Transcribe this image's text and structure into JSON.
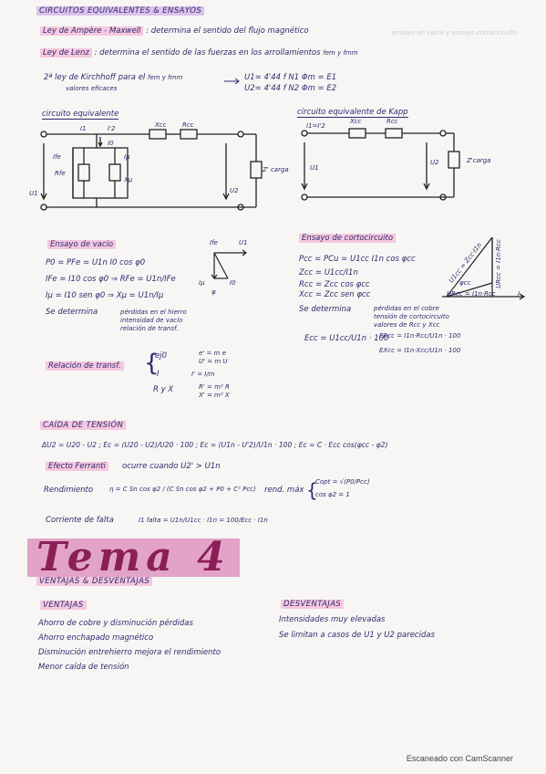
{
  "title": "CIRCUITOS EQUIVALENTES & ENSAYOS",
  "faint_text": "ensayo en vacío y ensayo cortocircuito",
  "intro": [
    {
      "label": "Ley de Ampère - Maxwell",
      "text": ": determina el sentido del flujo magnético"
    },
    {
      "label": "Ley de Lenz",
      "text": ": determina el sentido de las fuerzas en los arrollamientos",
      "sub": "fem y fmm"
    },
    {
      "label": "2ª ley de Kirchhoff para el",
      "text": "fem y fmm",
      "text2": "valores eficaces",
      "eq1": "U1= 4'44 f N1 Φm = E1",
      "eq2": "U2= 4'44 f N2 Φm = E2"
    }
  ],
  "sections": {
    "equiv_circuit_title": "circuito equivalente",
    "kapp_title": "circuito equivalente de Kapp",
    "vacio_title": "Ensayo de vacío",
    "cc_title": "Ensayo de cortocircuito",
    "relacion_title": "Relación de transf.",
    "caida_title": "CAÍDA DE TENSIÓN",
    "ferranti_title": "Efecto Ferranti",
    "ventajas_title": "VENTAJAS & DESVENTAJAS"
  },
  "circuit_labels": {
    "I1": "I1",
    "I0": "I0",
    "I2p": "I'2",
    "Ife": "Ife",
    "Imu": "Iμ",
    "Rfe": "Rfe",
    "Xmu": "Xμ",
    "Xcc": "Xcc",
    "Rcc": "Rcc",
    "U1": "U1",
    "U2": "U2",
    "Zcarga": "Z' carga",
    "kapp_I": "I1=I'2",
    "kapp_U1": "U1",
    "kapp_U2": "U2",
    "kapp_Z": "Z'carga"
  },
  "vacio": {
    "lines": [
      "P0 = PFe = U1n I0 cos φ0",
      "IFe = I10 cos φ0 ⇒ RFe = U1n/IFe",
      "Iμ = I10 sen φ0 ⇒ Xμ = U1n/Iμ"
    ],
    "determina": "Se determina",
    "items": [
      "pérdidas en el hierro",
      "intensidad de vacío",
      "relación de transf."
    ],
    "phasor": {
      "Ife": "Ife",
      "U1": "U1",
      "Imu": "Iμ",
      "I0": "I0",
      "phi": "φ"
    }
  },
  "cc": {
    "lines": [
      "Pcc = PCu = U1cc I1n cos φcc",
      "Zcc = U1cc/I1n",
      "Rcc = Zcc cos φcc",
      "Xcc = Zcc sen φcc"
    ],
    "determina": "Se determina",
    "items": [
      "pérdidas en el cobre",
      "tensión de cortocircuito",
      "valores de Rcc y Xcc"
    ],
    "ecc": "Ecc = U1cc/U1n · 100",
    "eRcc": "ERcc = I1n·Rcc/U1n · 100",
    "eXcc": "EXcc = I1n·Xcc/U1n · 100",
    "triangle": {
      "hyp": "U1cc = Zcc·I1n",
      "side": "URcc = I1n·Rcc",
      "base": "URcc = I1n·Rcc",
      "angle": "φcc",
      "I": "I"
    }
  },
  "relacion": [
    {
      "label": "ej0",
      "eqs": [
        "e' = m e",
        "U' = m U"
      ]
    },
    {
      "label": "I",
      "eqs": [
        "I' = I/m"
      ]
    },
    {
      "label": "R y X",
      "eqs": [
        "R' = m² R",
        "X' = m² X"
      ]
    }
  ],
  "caida": {
    "eq": "ΔU2 = U20 - U2 ;  Ec = (U20 - U2)/U20 · 100 ;  Ec = (U1n - U'2)/U1n · 100 ;  Ec = C · Ecc cos(φcc - φ2)"
  },
  "ferranti": {
    "text": "ocurre cuando U2' > U1n",
    "rend_label": "Rendimiento",
    "rend_eq": "η = C Sn cos φ2 / (C Sn cos φ2 + P0 + C² Pcc)",
    "rend_max_label": "rend. máx",
    "rend_max1": "Copt = √(P0/Pcc)",
    "rend_max2": "cos φ2 = 1"
  },
  "falta": {
    "label": "Corriente de falta",
    "eq": "I1 falta = U1n/U1cc · I1n = 100/Ecc · I1n"
  },
  "tema": "Tema 4",
  "ventajas": {
    "title": "VENTAJAS",
    "items": [
      "Ahorro de cobre y disminución pérdidas",
      "Ahorro enchapado magnético",
      "Disminución entrehierro mejora el rendimiento",
      "Menor caída de tensión"
    ]
  },
  "desventajas": {
    "title": "DESVENTAJAS",
    "items": [
      "Intensidades muy elevadas",
      "Se limitan a casos de U1 y U2 parecidas"
    ]
  },
  "footer": "Escaneado con CamScanner"
}
